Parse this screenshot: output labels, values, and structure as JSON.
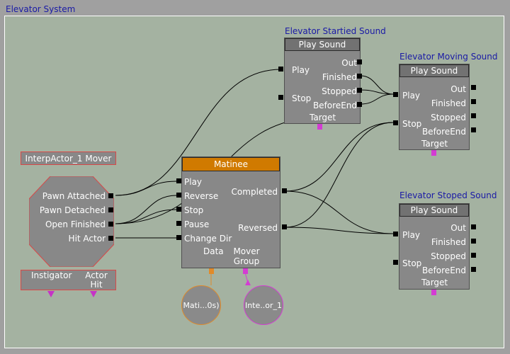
{
  "window": {
    "title": "Elevator System"
  },
  "nodes": {
    "started": {
      "caption": "Elevator Startied Sound",
      "title": "Play Sound",
      "inputs": [
        "Play",
        "Stop"
      ],
      "outputs": [
        "Out",
        "Finished",
        "Stopped",
        "BeforeEnd"
      ],
      "vars": [
        "Target"
      ]
    },
    "moving": {
      "caption": "Elevator Moving Sound",
      "title": "Play Sound",
      "inputs": [
        "Play",
        "Stop"
      ],
      "outputs": [
        "Out",
        "Finished",
        "Stopped",
        "BeforeEnd"
      ],
      "vars": [
        "Target"
      ]
    },
    "stopped": {
      "caption": "Elevator Stoped Sound",
      "title": "Play Sound",
      "inputs": [
        "Play",
        "Stop"
      ],
      "outputs": [
        "Out",
        "Finished",
        "Stopped",
        "BeforeEnd"
      ],
      "vars": [
        "Target"
      ]
    },
    "matinee": {
      "title": "Matinee",
      "inputs": [
        "Play",
        "Reverse",
        "Stop",
        "Pause",
        "Change Dir"
      ],
      "outputs": [
        "Completed",
        "Reversed"
      ],
      "vars": [
        "Data",
        "Mover",
        "Group"
      ]
    },
    "interp": {
      "title": "InterpActor_1 Mover",
      "outputs": [
        "Pawn Attached",
        "Pawn Detached",
        "Open Finished",
        "Hit Actor"
      ],
      "vars": [
        "Instigator",
        "Actor",
        "Hit"
      ]
    },
    "matinee_var": {
      "label": "Mati...0s)"
    },
    "interp_var": {
      "label": "Inte..or_1"
    }
  },
  "colors": {
    "canvas": "#a4b2a1",
    "matinee_title": "#d07a00",
    "event_border": "#d84848",
    "var_link": "#d33cd3",
    "matinee_data": "#e08a2a"
  }
}
